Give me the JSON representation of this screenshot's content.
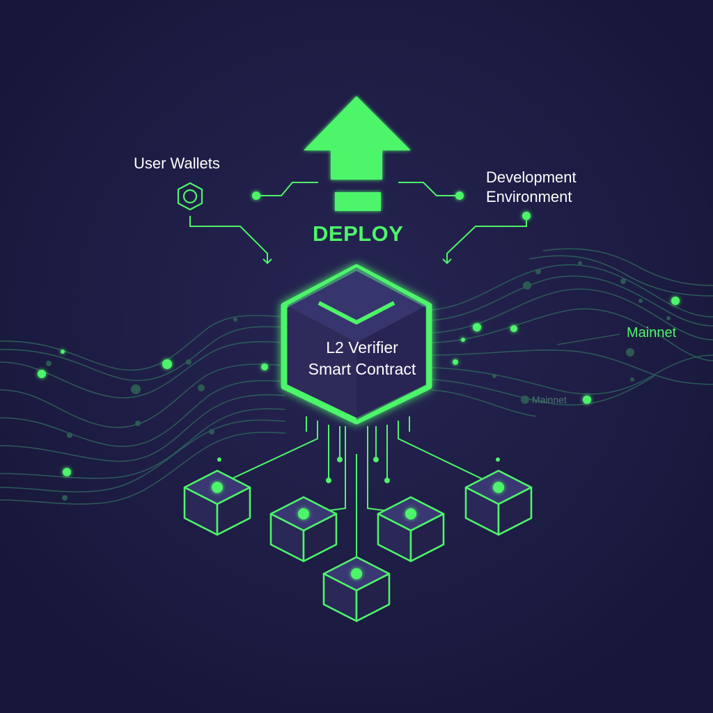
{
  "labels": {
    "user_wallets": "User Wallets",
    "development_environment": [
      "Development",
      "Environment"
    ],
    "deploy": "DEPLOY",
    "contract": [
      "L2 Verifier",
      "Smart Contract"
    ],
    "mainnet_primary": "Mainnet",
    "mainnet_secondary": "Mainnet"
  },
  "icons": {
    "deploy_arrow": "up-arrow-icon",
    "wallet": "hexagon-ring-icon",
    "contract": "hexagon-cube-icon",
    "nodes": "cube-icon"
  },
  "colors": {
    "background": "#1b1a3e",
    "accent_green": "#4ef56a",
    "dim_teal": "#2c5a52",
    "cube_face_dark": "#2d2b5a",
    "cube_face_light": "#3a3873",
    "text": "#ffffff"
  }
}
